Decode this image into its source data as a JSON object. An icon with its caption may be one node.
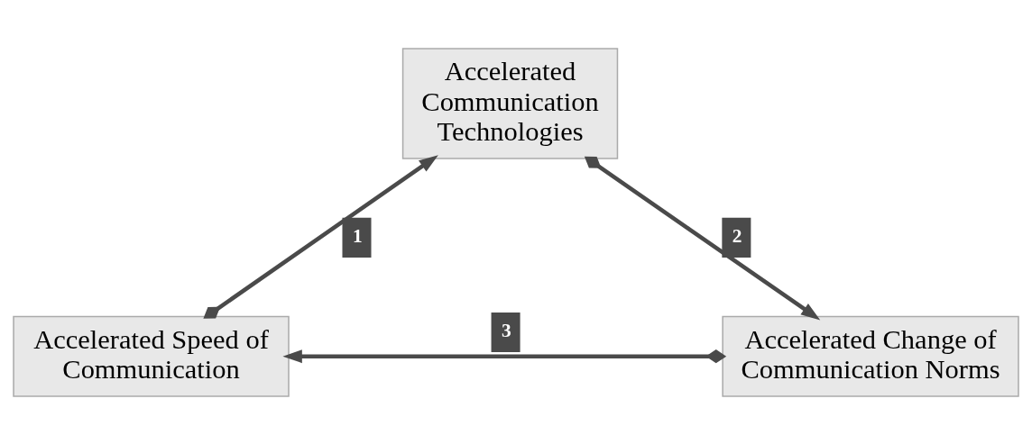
{
  "diagram": {
    "nodes": [
      {
        "text": [
          "Accelerated Communication Technologies"
        ]
      },
      {
        "text": [
          "Accelerated Speed of Communication"
        ]
      },
      {
        "text": [
          "Accelerated Change of Communication Norms"
        ]
      }
    ],
    "edges": [
      {
        "from": 1,
        "to": 0,
        "arrow": "to",
        "label": "1"
      },
      {
        "from": 0,
        "to": 2,
        "arrow": "to",
        "label": "2"
      },
      {
        "from": 2,
        "to": 1,
        "arrow": "to",
        "label": "3"
      }
    ]
  }
}
